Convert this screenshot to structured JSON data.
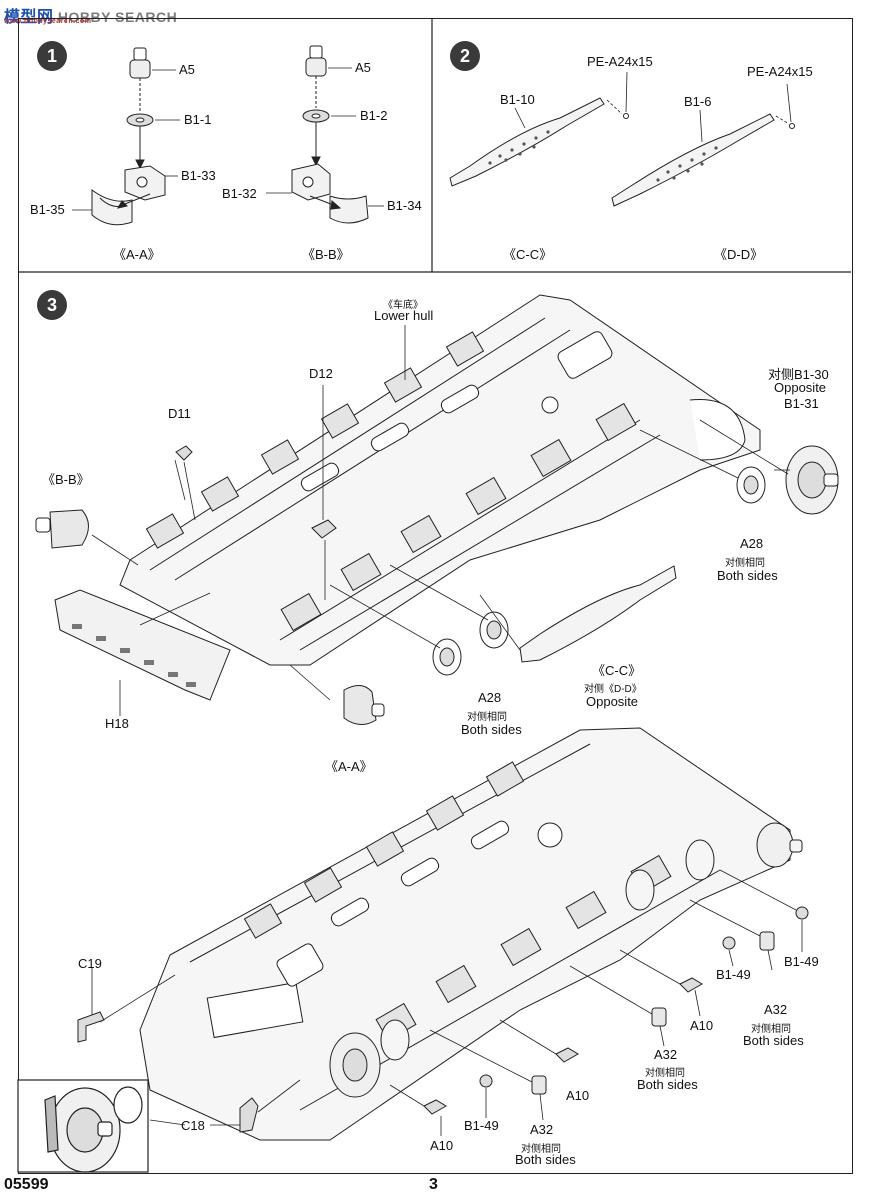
{
  "watermark": {
    "cn": "模型网",
    "en": "HOBBY SEARCH",
    "url": "www.hobbysearch.com"
  },
  "footer": {
    "code": "05599",
    "page": "3"
  },
  "step1": {
    "number": "1",
    "left": {
      "a5": "A5",
      "b1_1": "B1-1",
      "b1_33": "B1-33",
      "b1_35": "B1-35",
      "caption": "《A-A》"
    },
    "right": {
      "a5": "A5",
      "b1_2": "B1-2",
      "b1_32": "B1-32",
      "b1_34": "B1-34",
      "caption": "《B-B》"
    }
  },
  "step2": {
    "number": "2",
    "left": {
      "part": "B1-10",
      "pe": "PE-A24x15",
      "caption": "《C-C》"
    },
    "right": {
      "part": "B1-6",
      "pe": "PE-A24x15",
      "caption": "《D-D》"
    }
  },
  "step3": {
    "number": "3",
    "lower_hull_cn": "《车底》",
    "lower_hull": "Lower hull",
    "d12": "D12",
    "d11": "D11",
    "bb": "《B-B》",
    "h18": "H18",
    "aa": "《A-A》",
    "a28_1": "A28",
    "a28_1_cn": "对侧相同",
    "a28_1_en": "Both sides",
    "cc": "《C-C》",
    "dd_cn": "对侧《D-D》",
    "dd_en": "Opposite",
    "a28_2": "A28",
    "a28_2_cn": "对侧相同",
    "a28_2_en": "Both sides",
    "b1_30_cn": "对侧B1-30",
    "b1_30_en": "Opposite",
    "b1_31": "B1-31",
    "c19": "C19",
    "c18": "C18",
    "a10_1": "A10",
    "a10_2": "A10",
    "a10_3": "A10",
    "b1_49_1": "B1-49",
    "b1_49_2": "B1-49",
    "b1_49_3": "B1-49",
    "a32_1": "A32",
    "a32_1_cn": "对侧相同",
    "a32_1_en": "Both sides",
    "a32_2": "A32",
    "a32_2_cn": "对侧相同",
    "a32_2_en": "Both sides",
    "a32_3": "A32",
    "a32_3_cn": "对侧相同",
    "a32_3_en": "Both sides"
  }
}
